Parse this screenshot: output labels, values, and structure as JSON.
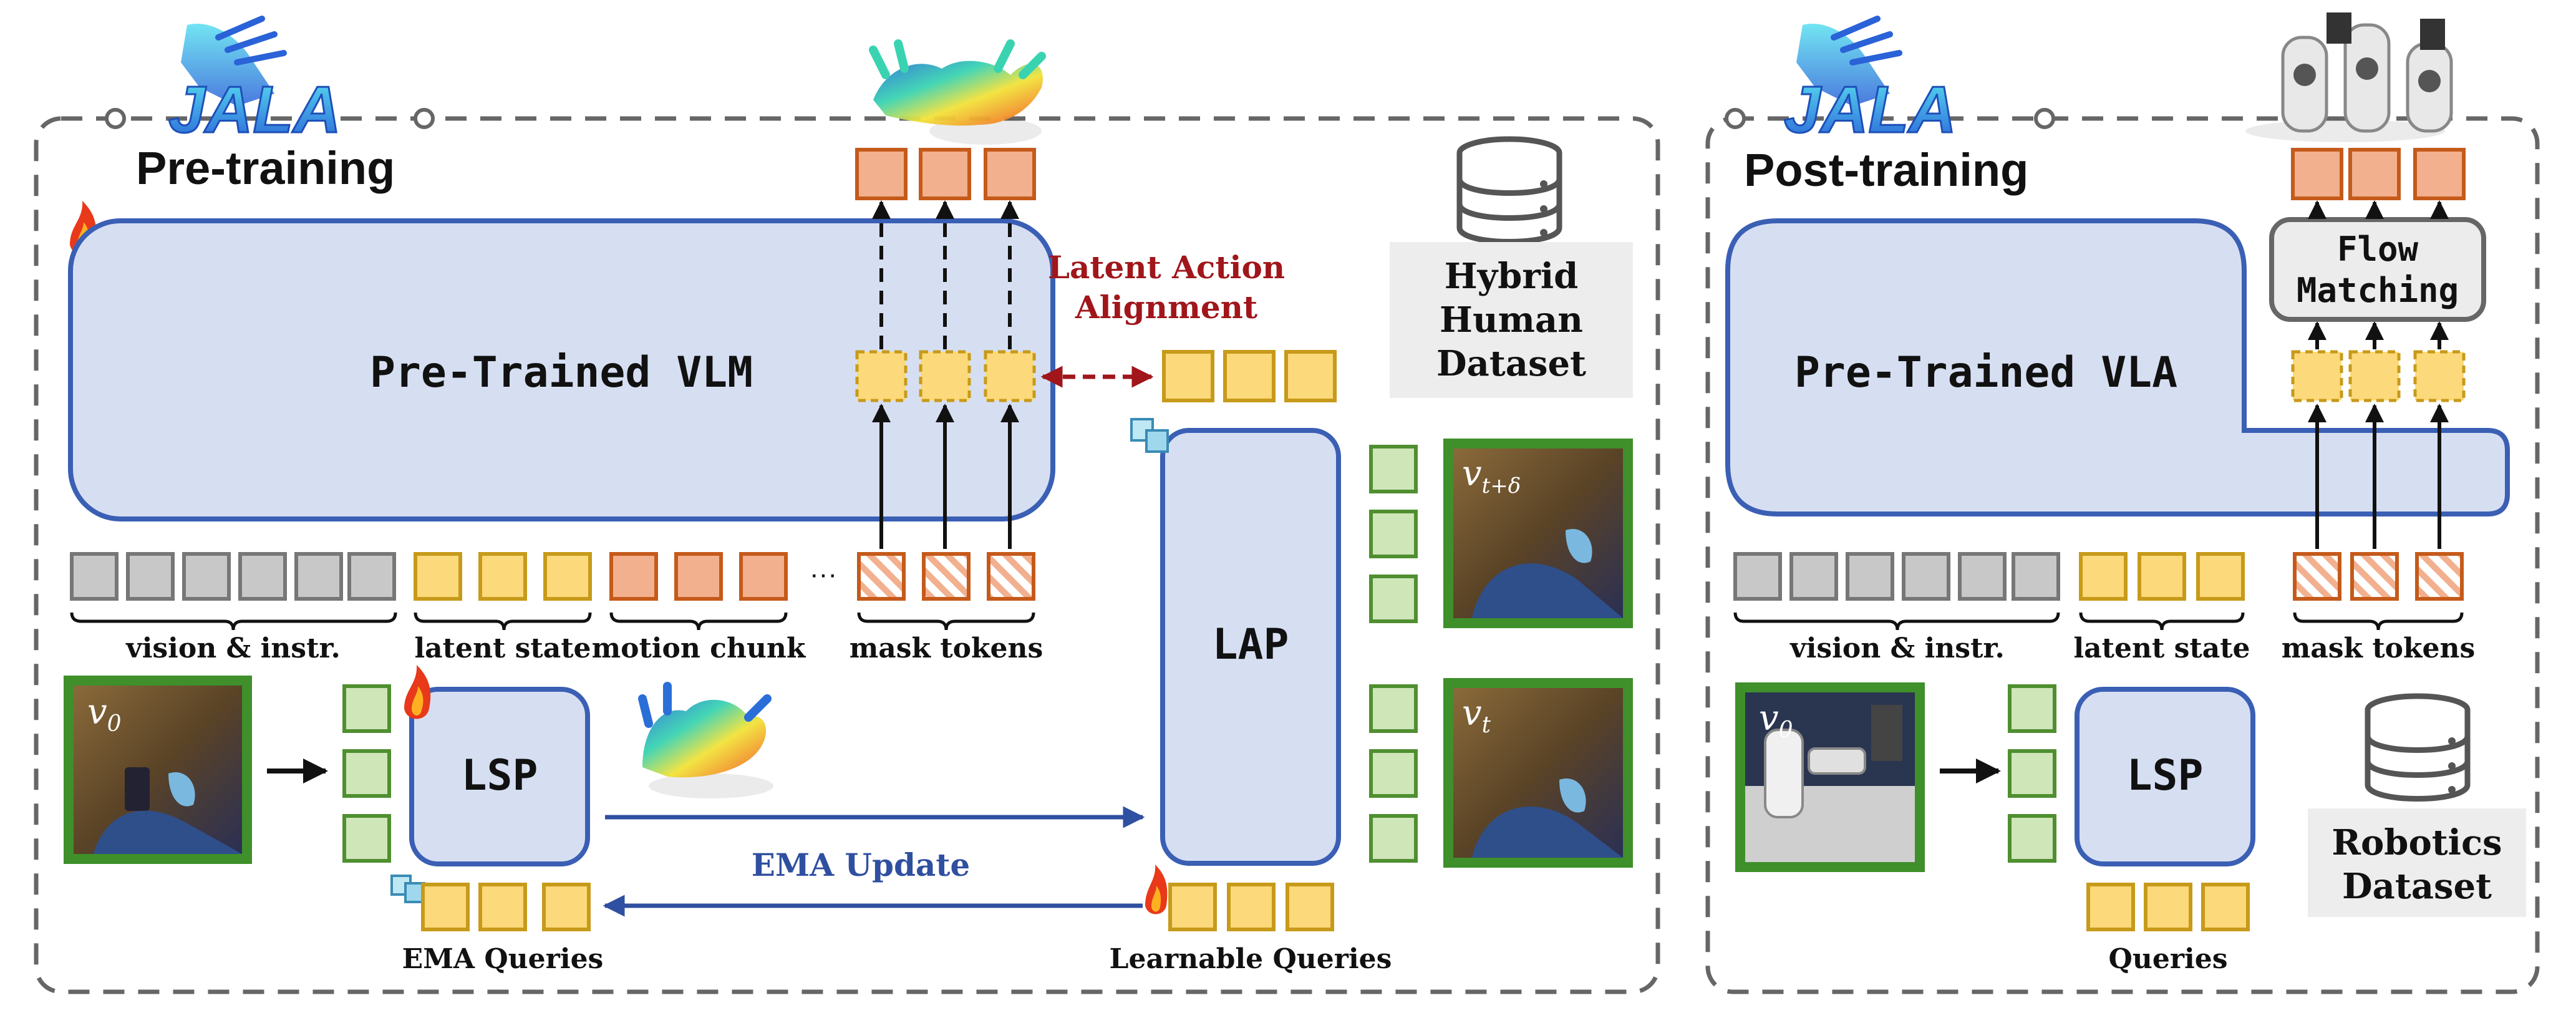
{
  "pretrain": {
    "logo": "JALA",
    "title": "Pre-training",
    "vlm_label": "Pre-Trained VLM",
    "alignment_label_line1": "Latent Action",
    "alignment_label_line2": "Alignment",
    "dataset_line1": "Hybrid",
    "dataset_line2": "Human",
    "dataset_line3": "Dataset",
    "group_vision": "vision & instr.",
    "group_latent": "latent state",
    "group_motion": "motion chunk",
    "group_mask": "mask tokens",
    "ellipsis": "···",
    "lsp_label": "LSP",
    "lap_label": "LAP",
    "ema_update": "EMA Update",
    "ema_queries": "EMA Queries",
    "learnable_queries": "Learnable Queries",
    "frame_v0": "v",
    "frame_v0_sub": "0",
    "frame_vt": "v",
    "frame_vt_sub": "t",
    "frame_vtd": "v",
    "frame_vtd_sub": "t+δ"
  },
  "posttrain": {
    "logo": "JALA",
    "title": "Post-training",
    "vla_label": "Pre-Trained VLA",
    "flow_line1": "Flow",
    "flow_line2": "Matching",
    "group_vision": "vision & instr.",
    "group_latent": "latent state",
    "group_mask": "mask tokens",
    "lsp_label": "LSP",
    "queries": "Queries",
    "dataset_line1": "Robotics",
    "dataset_line2": "Dataset",
    "frame_v0": "v",
    "frame_v0_sub": "0"
  },
  "colors": {
    "block_fill": "#d6dff2",
    "block_stroke": "#3a5fb4",
    "yellow_token": "#fcd97a",
    "orange_token": "#f2b08f",
    "gray_token": "#c8c8c8",
    "green_token": "#cfe6b9",
    "alignment_red": "#a0161b",
    "ema_blue": "#2f4fa0",
    "frame_green": "#3f8f2b"
  }
}
